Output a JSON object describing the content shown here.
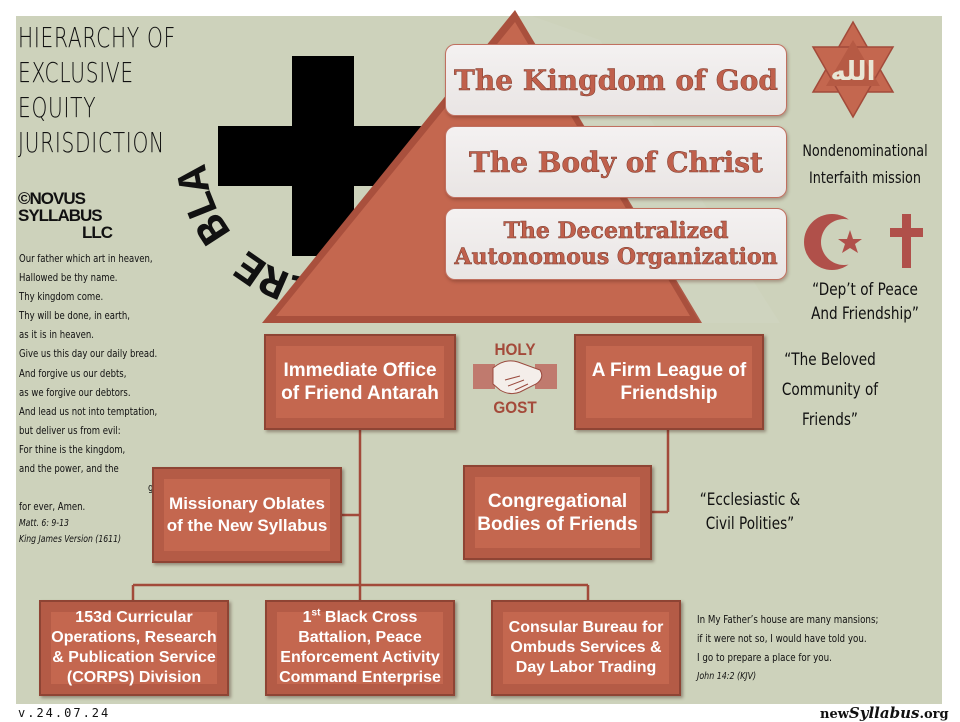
{
  "header": {
    "title_lines": [
      "HIERARCHY OF",
      "EXCLUSIVE",
      "EQUITY",
      "JURISDICTION"
    ],
    "copyright_lines": [
      "©NOVUS",
      "SYLLABUS",
      "LLC"
    ]
  },
  "seal": {
    "circular_text": "CROIX NOIRE BLACK CROSS"
  },
  "prayer": {
    "lines": [
      "Our father which art in heaven,",
      "Hallowed be thy name.",
      "Thy kingdom  come.",
      "Thy will be done, in earth,",
      "as it is in heaven.",
      "Give us this day our daily bread.",
      "And forgive  us our debts,",
      "as we forgive our debtors.",
      "And lead us not into temptation,",
      "but deliver  us from evil:",
      "For thine is the kingdom,",
      "and the power,  and the",
      "glory,",
      "for ever, Amen."
    ],
    "citation_1": "Matt. 6: 9-13",
    "citation_2": "King James Version (1611)"
  },
  "pyramid": {
    "tiers": [
      {
        "lines": [
          "The Kingdom of God"
        ]
      },
      {
        "lines": [
          "The Body of Christ"
        ]
      },
      {
        "lines": [
          "The Decentralized",
          "Autonomous Organization"
        ]
      }
    ]
  },
  "symbols": {
    "star_label": "Allah",
    "note_interfaith": [
      "Nondenominational",
      "Interfaith mission"
    ],
    "note_peace": [
      "“Dep’t of Peace",
      "And Friendship”"
    ],
    "note_beloved": [
      "“The Beloved",
      "Community of",
      "Friends”"
    ],
    "note_polities": [
      "“Ecclesiastic &",
      "Civil Polities”"
    ]
  },
  "handshake": {
    "top": "HOLY",
    "bottom": "GOST"
  },
  "org": {
    "office": [
      "Immediate Office",
      "of Friend Antarah"
    ],
    "league": [
      "A Firm League of",
      "Friendship"
    ],
    "missionary": [
      "Missionary Oblates",
      "of the New Syllabus"
    ],
    "congregational": [
      "Congregational",
      "Bodies of Friends"
    ],
    "corps": [
      "153d Curricular",
      "Operations, Research",
      "& Publication Service",
      "(CORPS) Division"
    ],
    "battalion": {
      "first_num": "1",
      "first_sup": "st",
      "first_rest": " Black Cross",
      "lines": [
        "Battalion, Peace",
        "Enforcement Activity",
        "Command Enterprise"
      ]
    },
    "consular": [
      "Consular Bureau for",
      "Ombuds Services &",
      "Day Labor Trading"
    ]
  },
  "john": {
    "lines": [
      "In My Father’s house are many mansions;",
      "if it were not so, I would have told you.",
      "I go to prepare a place for you."
    ],
    "citation": "John 14:2 (KJV)"
  },
  "footer": {
    "version": "v.24.07.24",
    "site_prefix": "new",
    "site_brand": "Syllabus",
    "site_suffix": ".org"
  },
  "colors": {
    "background": "#cdd2bb",
    "terracotta": "#c4674f",
    "terracotta_dark": "#8e4434",
    "crimson_symbol": "#b0504a",
    "connector": "#a24a3a"
  }
}
